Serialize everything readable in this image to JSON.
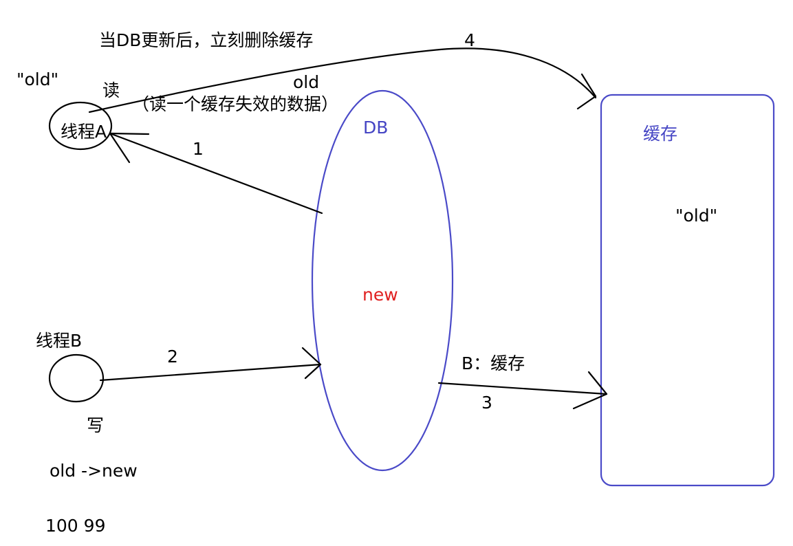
{
  "labels": {
    "top_note": "当DB更新后，立刻删除缓存",
    "step4": "4",
    "old_quote_left": "\"old\"",
    "read": "读",
    "old_word": "old",
    "read_invalid": "（读一个缓存失效的数据）",
    "thread_a": "线程A",
    "db": "DB",
    "step1": "1",
    "cache_title": "缓存",
    "old_quote_cache": "\"old\"",
    "db_value": "new",
    "thread_b": "线程B",
    "step2": "2",
    "b_cache": "B：缓存",
    "step3": "3",
    "write": "写",
    "old_to_new": "old ->new",
    "numbers": "100 99"
  },
  "colors": {
    "ink": "#000000",
    "blue": "#4545c4",
    "red": "#e02020"
  }
}
